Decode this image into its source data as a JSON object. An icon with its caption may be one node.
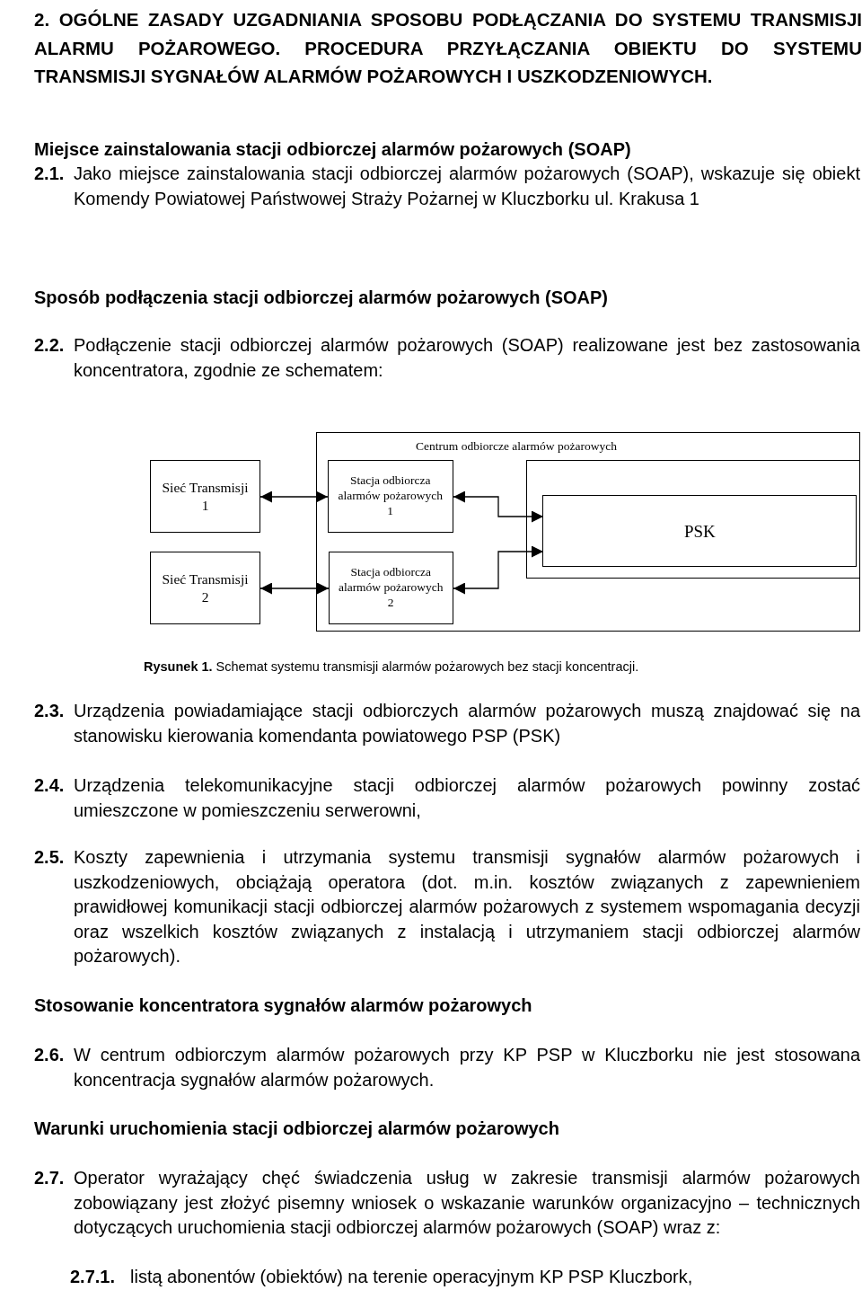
{
  "diagram": {
    "title": "2. OGÓLNE ZASADY UZGADNIANIA SPOSOBU PODŁĄCZANIA DO SYSTEMU TRANSMISJI ALARMU POŻAROWEGO. PROCEDURA PRZYŁĄCZANIA OBIEKTU DO SYSTEMU TRANSMISJI SYGNAŁÓW ALARMÓW POŻAROWYCH I USZKODZENIOWYCH.",
    "caption": "**Rysunek 1.** Schemat systemu transmisji alarmów pożarowych bez stacji koncentracji.",
    "nodes": [
      {
        "text": [
          "Centrum odbiorcze alarmów pożarowych"
        ]
      },
      {
        "text": [
          "Sieć Transmisji 1"
        ]
      },
      {
        "text": [
          "Stacja odbiorcza alarmów pożarowych 1"
        ],
        "in": 0
      },
      {
        "text": [],
        "shape": "box",
        "in": 0
      },
      {
        "text": [
          "PSK"
        ],
        "in": 3
      },
      {
        "text": [
          "Sieć Transmisji 2"
        ]
      },
      {
        "text": [
          "Stacja odbiorcza alarmów pożarowych 2"
        ],
        "in": 0
      }
    ],
    "edges": [
      {
        "from": 1,
        "to": 2,
        "arrow": "both"
      },
      {
        "from": 2,
        "to": 4,
        "arrow": "both"
      },
      {
        "from": 5,
        "to": 6,
        "arrow": "both"
      },
      {
        "from": 6,
        "to": 4,
        "arrow": "both"
      }
    ],
    "labels": [
      "Miejsce zainstalowania stacji odbiorczej alarmów pożarowych (SOAP)",
      "2.1.",
      "Jako miejsce zainstalowania stacji odbiorczej alarmów pożarowych (SOAP), wskazuje się obiekt Komendy Powiatowej Państwowej Straży Pożarnej w Kluczborku ul. Krakusa 1",
      "Sposób podłączenia stacji odbiorczej alarmów pożarowych (SOAP)",
      "2.2.",
      "Podłączenie stacji odbiorczej alarmów pożarowych (SOAP) realizowane jest bez zastosowania koncentratora, zgodnie ze schematem:",
      "2.3.",
      "Urządzenia powiadamiające stacji odbiorczych alarmów pożarowych muszą znajdować się na stanowisku kierowania komendanta powiatowego PSP (PSK)",
      "2.4.",
      "Urządzenia telekomunikacyjne stacji odbiorczej alarmów pożarowych powinny zostać umieszczone w pomieszczeniu serwerowni,",
      "2.5.",
      "Koszty zapewnienia i utrzymania systemu transmisji sygnałów alarmów pożarowych i uszkodzeniowych, obciążają operatora (dot. m.in. kosztów związanych z zapewnieniem prawidłowej komunikacji stacji odbiorczej alarmów pożarowych z systemem wspomagania decyzji oraz wszelkich kosztów związanych z instalacją i utrzymaniem stacji odbiorczej alarmów pożarowych).",
      "Stosowanie koncentratora sygnałów alarmów pożarowych",
      "2.6.",
      "W centrum odbiorczym alarmów pożarowych przy KP PSP w Kluczborku nie jest stosowana koncentracja sygnałów alarmów pożarowych.",
      "Warunki uruchomienia stacji odbiorczej alarmów pożarowych",
      "2.7.",
      "Operator wyrażający chęć świadczenia usług w zakresie transmisji alarmów pożarowych zobowiązany jest złożyć pisemny wniosek o wskazanie warunków organizacyjno – technicznych dotyczących uruchomienia stacji odbiorczej alarmów pożarowych (SOAP) wraz z:",
      "2.7.1.",
      "listą abonentów (obiektów) na terenie operacyjnym KP PSP Kluczbork,"
    ]
  }
}
